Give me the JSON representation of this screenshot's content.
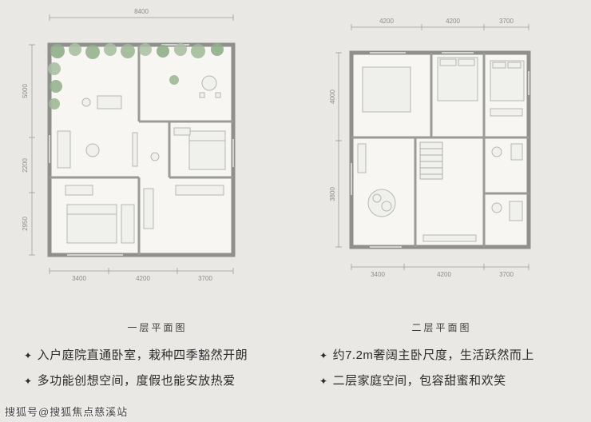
{
  "page": {
    "watermark": "搜狐号@搜狐焦点慈溪站"
  },
  "plan1": {
    "caption": "一层平面图",
    "marker": "✦",
    "bullets": [
      "入户庭院直通卧室，栽种四季豁然开朗",
      "多功能创想空间，度假也能安放热爱"
    ],
    "dims": {
      "top": [
        "8400"
      ],
      "left": [
        "5000",
        "2200",
        "2950"
      ],
      "bottom": [
        "3400",
        "4200",
        "3700"
      ]
    }
  },
  "plan2": {
    "caption": "二层平面图",
    "marker": "✦",
    "bullets": [
      "约7.2m奢阔主卧尺度，生活跃然而上",
      "二层家庭空间，包容甜蜜和欢笑"
    ],
    "dims": {
      "top": [
        "4200",
        "4200",
        "3700"
      ],
      "left": [
        "4000",
        "3800"
      ],
      "bottom": [
        "3400",
        "4200",
        "3700"
      ]
    }
  },
  "colors": {
    "background": "#e9e8e5",
    "wall": "#8f8f8c",
    "floor": "#f7f6f3",
    "dimension": "#8d8d8d",
    "tree": "#a9c0a2",
    "furniture_stroke": "#b6b6b2"
  }
}
